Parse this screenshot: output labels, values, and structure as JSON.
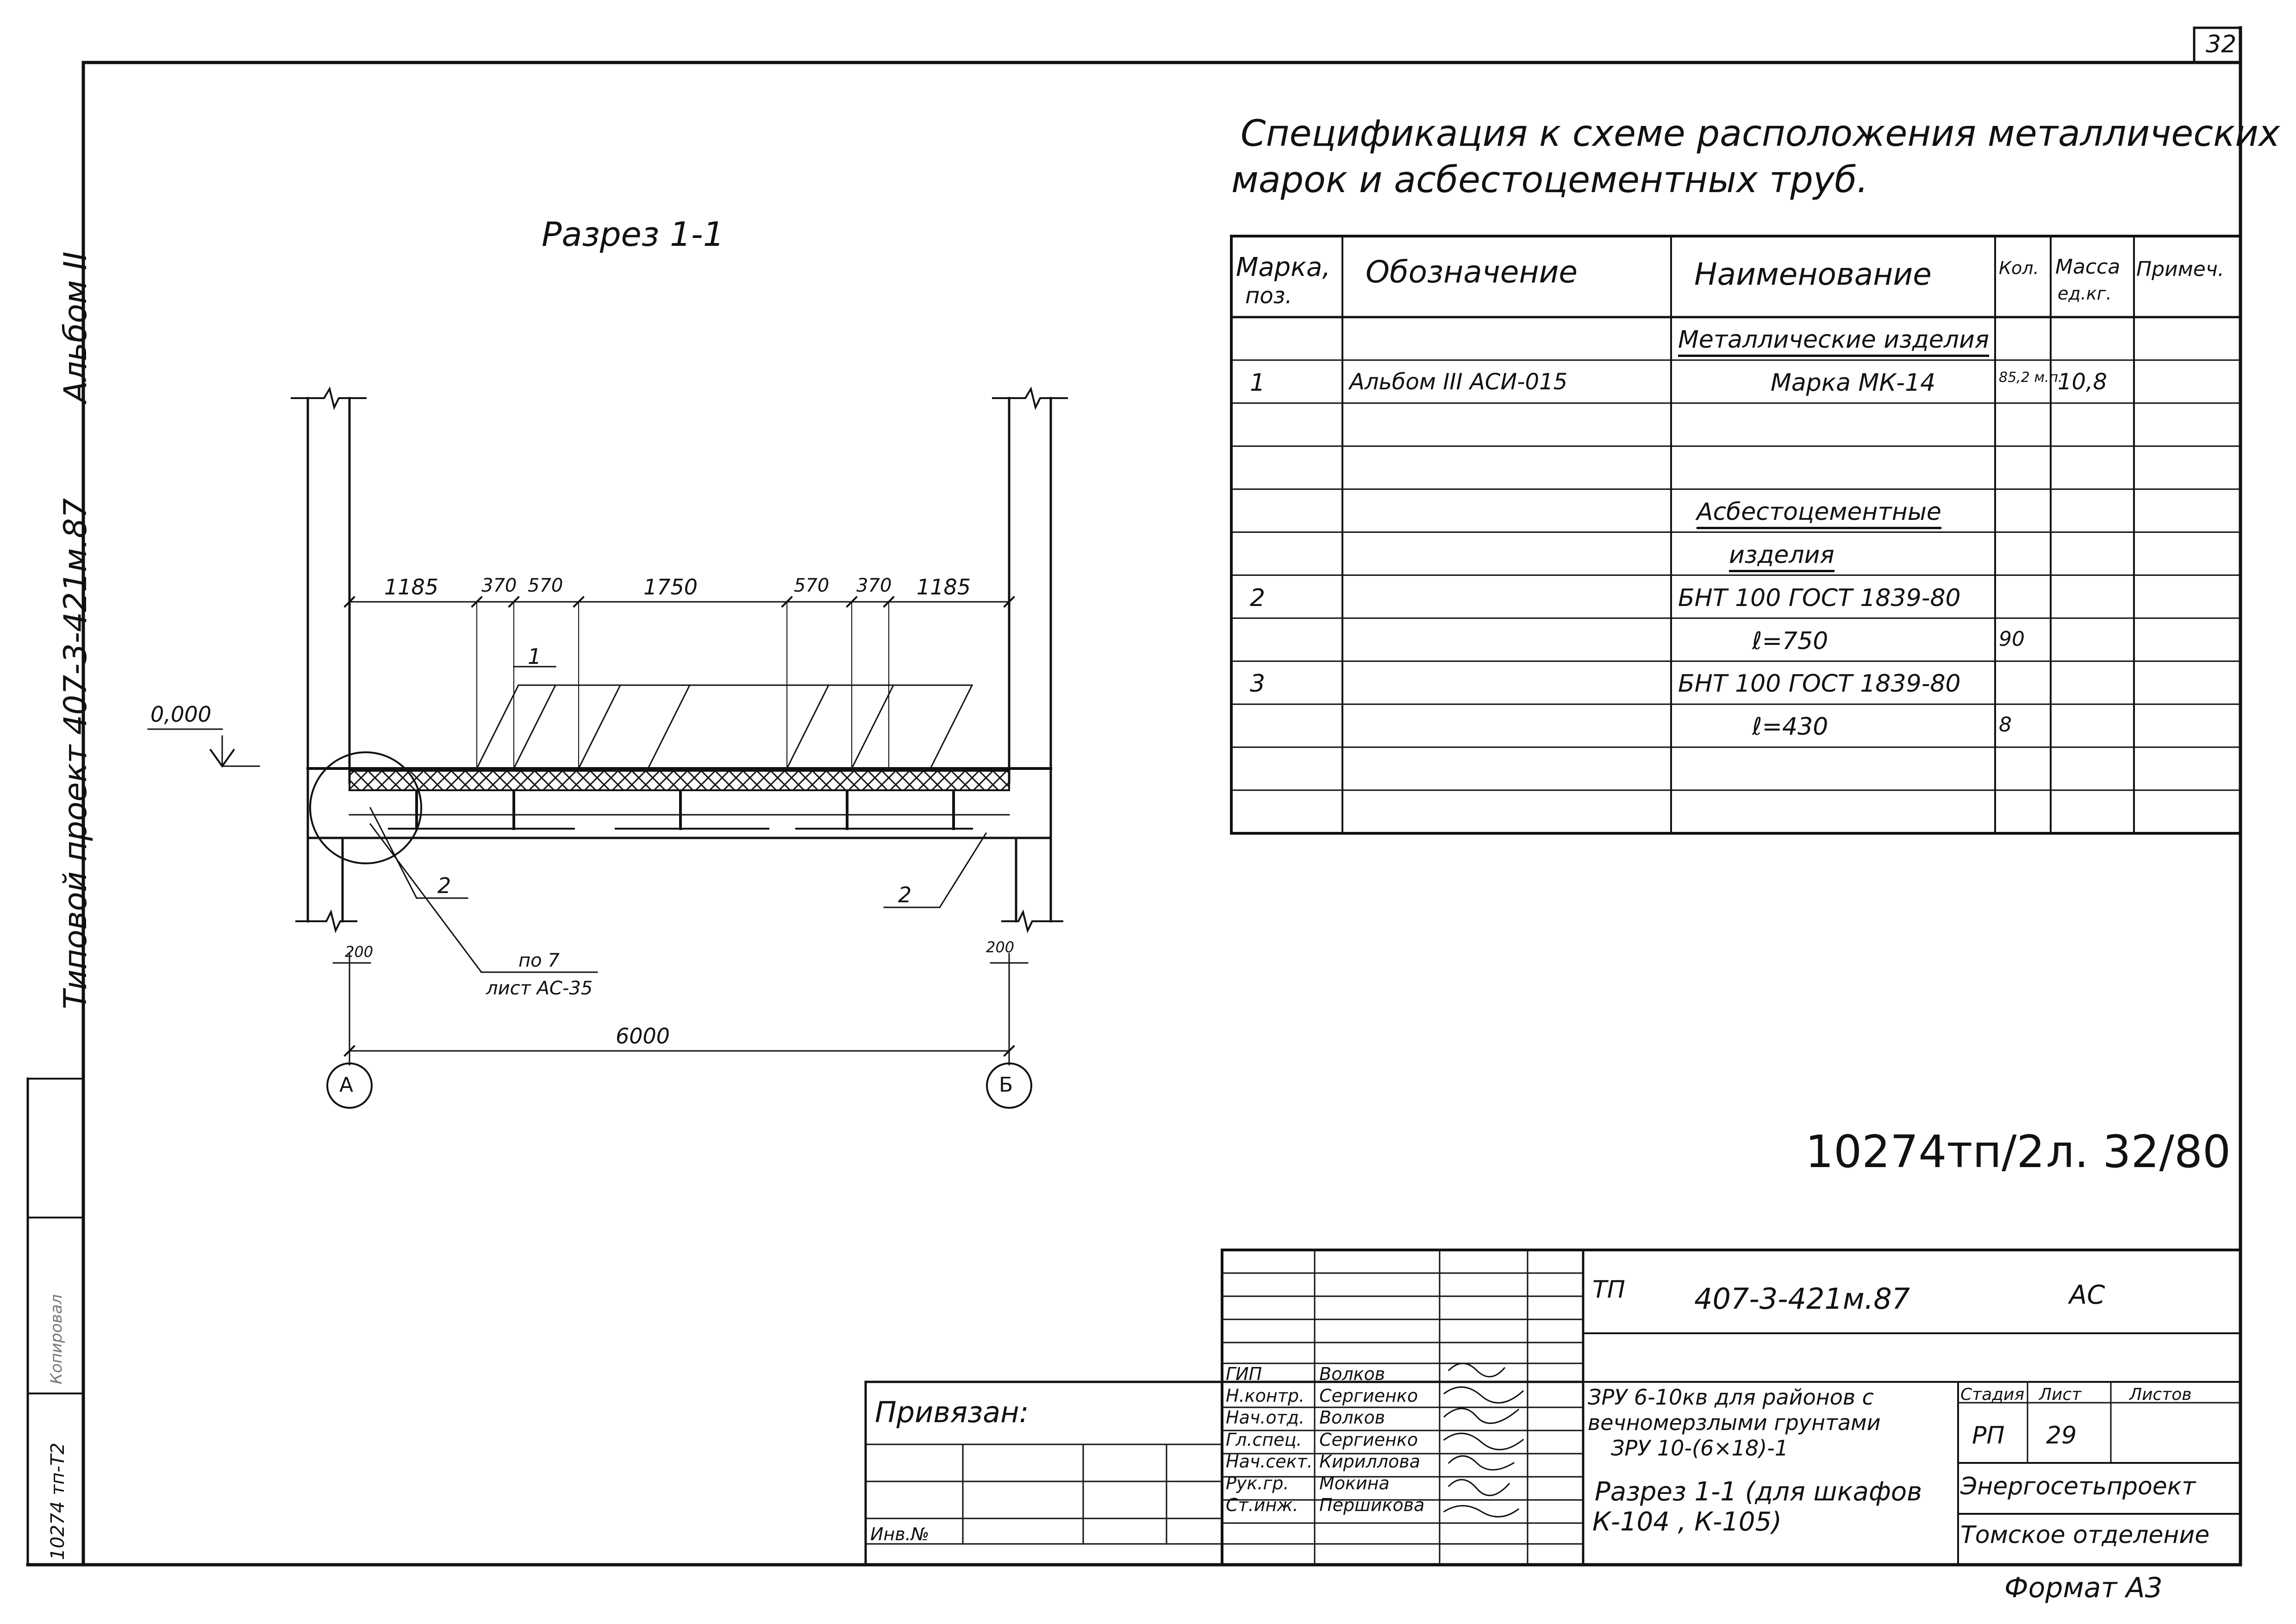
{
  "sheet_number": "32",
  "side_labels": {
    "album": "Альбом II",
    "project": "Типовой проект 407-3-421м.87",
    "bottom_left": "10274 тп-Т2",
    "faint_text": "Копировал"
  },
  "drawing": {
    "title": "Разрез 1-1",
    "dims_top": [
      "1185",
      "370",
      "570",
      "1750",
      "570",
      "370",
      "1185"
    ],
    "level_mark": "0,000",
    "pos_1": "1",
    "pos_2a": "2",
    "pos_2b": "2",
    "dim_200_left": "200",
    "dim_200_right": "200",
    "dim_total": "6000",
    "node_ref_top": "по 7",
    "node_ref_bottom": "лист АС-35",
    "axis_a": "А",
    "axis_b": "Б"
  },
  "spec": {
    "title_line1": "Спецификация к схеме расположения металлических",
    "title_line2": "марок и асбестоцементных труб.",
    "headers": {
      "mark_line1": "Марка,",
      "mark_line2": "поз.",
      "designation": "Обозначение",
      "name": "Наименование",
      "qty": "Кол.",
      "mass_line1": "Масса",
      "mass_line2": "ед.кг.",
      "note": "Примеч."
    },
    "rows": [
      {
        "mark": "",
        "designation": "",
        "name": "Металлические изделия",
        "qty": "",
        "mass": "",
        "note": ""
      },
      {
        "mark": "1",
        "designation": "Альбом III АСИ-015",
        "name": "Марка МК-14",
        "qty": "85,2 м.п.",
        "mass": "10,8",
        "note": ""
      },
      {
        "mark": "",
        "designation": "",
        "name": "",
        "qty": "",
        "mass": "",
        "note": ""
      },
      {
        "mark": "",
        "designation": "",
        "name": "",
        "qty": "",
        "mass": "",
        "note": ""
      },
      {
        "mark": "",
        "designation": "",
        "name": "Асбестоцементные",
        "qty": "",
        "mass": "",
        "note": ""
      },
      {
        "mark": "",
        "designation": "",
        "name": "изделия",
        "qty": "",
        "mass": "",
        "note": ""
      },
      {
        "mark": "2",
        "designation": "",
        "name": "БНТ 100 ГОСТ 1839-80",
        "qty": "",
        "mass": "",
        "note": ""
      },
      {
        "mark": "",
        "designation": "",
        "name": "ℓ=750",
        "qty": "90",
        "mass": "",
        "note": ""
      },
      {
        "mark": "3",
        "designation": "",
        "name": "БНТ 100 ГОСТ 1839-80",
        "qty": "",
        "mass": "",
        "note": ""
      },
      {
        "mark": "",
        "designation": "",
        "name": "ℓ=430",
        "qty": "8",
        "mass": "",
        "note": ""
      },
      {
        "mark": "",
        "designation": "",
        "name": "",
        "qty": "",
        "mass": "",
        "note": ""
      },
      {
        "mark": "",
        "designation": "",
        "name": "",
        "qty": "",
        "mass": "",
        "note": ""
      }
    ]
  },
  "archive_note": {
    "number": "10274тп/2",
    "sheet": "л. 32/80"
  },
  "title_block": {
    "tp_label": "ТП",
    "code": "407-3-421м.87",
    "ac": "АС",
    "privyazan": "Привязан:",
    "inv": "Инв.№",
    "roles": [
      "ГИП",
      "Н.контр.",
      "Нач.отд.",
      "Гл.спец.",
      "Нач.сект.",
      "Рук.гр.",
      "Ст.инж."
    ],
    "names": [
      "Волков",
      "Сергиенко",
      "Волков",
      "Сергиенко",
      "Кириллова",
      "Мокина",
      "Першикова"
    ],
    "object_line1": "ЗРУ 6-10кв для районов с",
    "object_line2": "вечномерзлыми грунтами",
    "object_line3": "ЗРУ 10-(6×18)-1",
    "sheet_title_line1": "Разрез 1-1 (для шкафов",
    "sheet_title_line2": "К-104 , К-105)",
    "stage_header": "Стадия",
    "list_header": "Лист",
    "lists_header": "Листов",
    "stage": "РП",
    "list": "29",
    "org_line1": "Энергосетьпроект",
    "org_line2": "Томское отделение",
    "format": "Формат А3"
  }
}
